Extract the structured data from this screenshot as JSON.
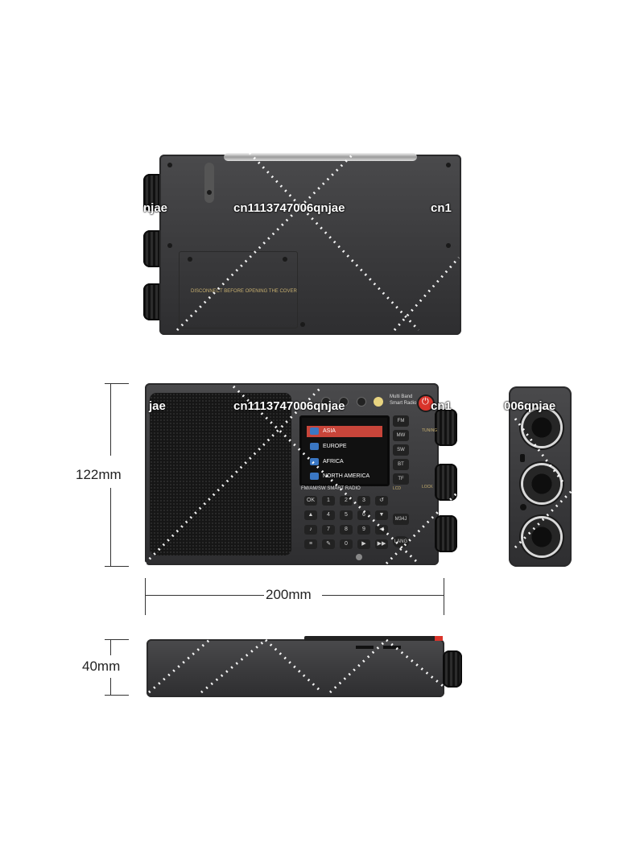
{
  "watermark": {
    "text_full": "cn1113747006qnjae",
    "text_partial_left": "njae",
    "text_partial_right": "cn1",
    "text_side_left": "jae",
    "text_side_right": "006qnjae"
  },
  "dimensions": {
    "height_label": "122mm",
    "width_label": "200mm",
    "depth_label": "40mm"
  },
  "back_view": {
    "cover_notice": "DISCONNECT BEFORE OPENING THE COVER"
  },
  "front_view": {
    "brand_line1": "Multi Band",
    "brand_line2": "Smart Radio",
    "model_label": "FM/AM/SW SMART RADIO",
    "screen_menu": [
      "ASIA",
      "EUROPE",
      "AFRICA",
      "NORTH AMERICA"
    ],
    "band_buttons": [
      "FM",
      "MW",
      "SW",
      "BT",
      "TF"
    ],
    "side_buttons": [
      "M34J",
      "LANG"
    ],
    "keypad": [
      "1",
      "2",
      "3",
      "4",
      "5",
      "6",
      "7",
      "8",
      "9",
      "0"
    ],
    "small_labels": [
      "TUNING",
      "LCD",
      "LOCK"
    ]
  },
  "colors": {
    "body": "#3a3a3c",
    "power": "#d9342b",
    "screen_highlight": "#c8453a",
    "gold": "#c8b070"
  }
}
